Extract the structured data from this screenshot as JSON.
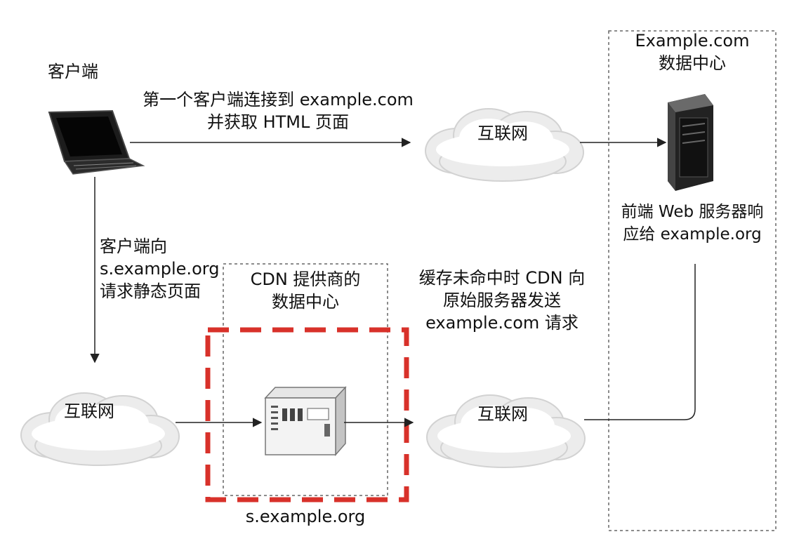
{
  "client": {
    "label": "客户端"
  },
  "top_flow": {
    "line1": "第一个客户端连接到 example.com",
    "line2": "并获取 HTML 页面"
  },
  "internet_top": {
    "label": "互联网"
  },
  "origin_dc": {
    "title_line1": "Example.com",
    "title_line2": "数据中心"
  },
  "origin_server": {
    "caption_line1": "前端 Web 服务器响",
    "caption_line2": "应给 example.org"
  },
  "left_flow": {
    "line1": "客户端向",
    "line2": "s.example.org",
    "line3": "请求静态页面"
  },
  "internet_left": {
    "label": "互联网"
  },
  "cdn_dc": {
    "title_line1": "CDN 提供商的",
    "title_line2": "数据中心",
    "footer": "s.example.org"
  },
  "cache_miss": {
    "line1": "缓存未命中时 CDN 向",
    "line2": "原始服务器发送",
    "line3": "example.com 请求"
  },
  "internet_right": {
    "label": "互联网"
  },
  "colors": {
    "highlight": "#d8312a",
    "dashed_box": "#666666",
    "line": "#222222"
  }
}
